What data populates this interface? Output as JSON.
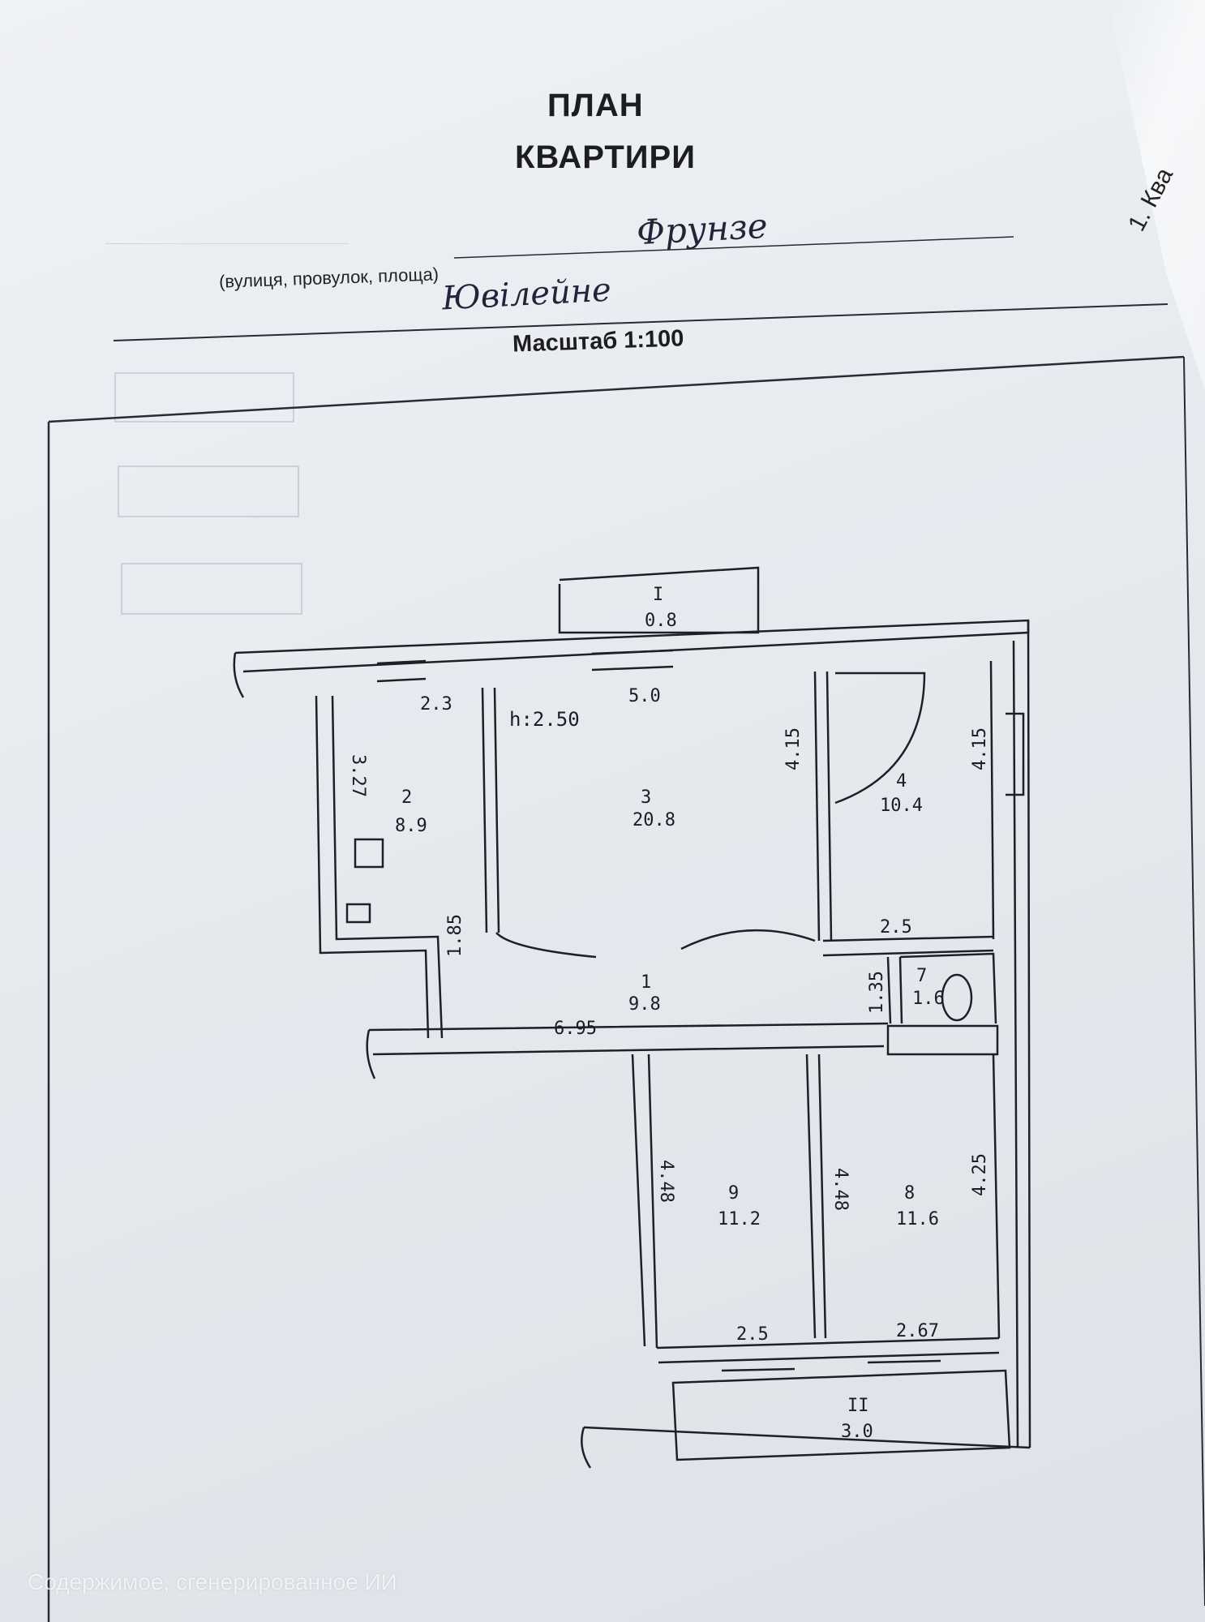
{
  "header": {
    "title_line1": "ПЛАН",
    "title_line2": "КВАРТИРИ",
    "street_handwritten": "Фрунзе",
    "street_label": "(вулиця, провулок, площа)",
    "district_handwritten": "Ювілейне",
    "scale": "Масштаб 1:100"
  },
  "side_text": {
    "corner": "1.  Ква"
  },
  "watermark": "Содержимое, сгенерированное ИИ",
  "plan": {
    "height_note": "h:2.50",
    "rooms": [
      {
        "id": "I",
        "area": "0.8"
      },
      {
        "id": "2",
        "area": "8.9"
      },
      {
        "id": "3",
        "area": "20.8"
      },
      {
        "id": "4",
        "area": "10.4"
      },
      {
        "id": "1",
        "area": "9.8"
      },
      {
        "id": "7",
        "area": "1.6"
      },
      {
        "id": "9",
        "area": "11.2"
      },
      {
        "id": "8",
        "area": "11.6"
      },
      {
        "id": "II",
        "area": "3.0"
      }
    ],
    "dimensions": {
      "d_2_3": "2.3",
      "d_5_0": "5.0",
      "d_3_27": "3.27",
      "d_4_15a": "4.15",
      "d_4_15b": "4.15",
      "d_2_5a": "2.5",
      "d_1_85": "1.85",
      "d_6_95": "6.95",
      "d_1_35": "1.35",
      "d_4_48a": "4.48",
      "d_4_48b": "4.48",
      "d_4_25": "4.25",
      "d_2_5b": "2.5",
      "d_2_67": "2.67"
    }
  }
}
